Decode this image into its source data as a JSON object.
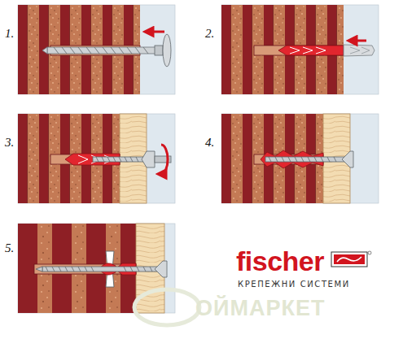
{
  "diagram": {
    "labels": [
      "1.",
      "2.",
      "3.",
      "4.",
      "5.",
      "fischer",
      "КРЕПЕЖНИ СИСТЕМИ",
      "ОЙМАРКЕТ"
    ]
  }
}
